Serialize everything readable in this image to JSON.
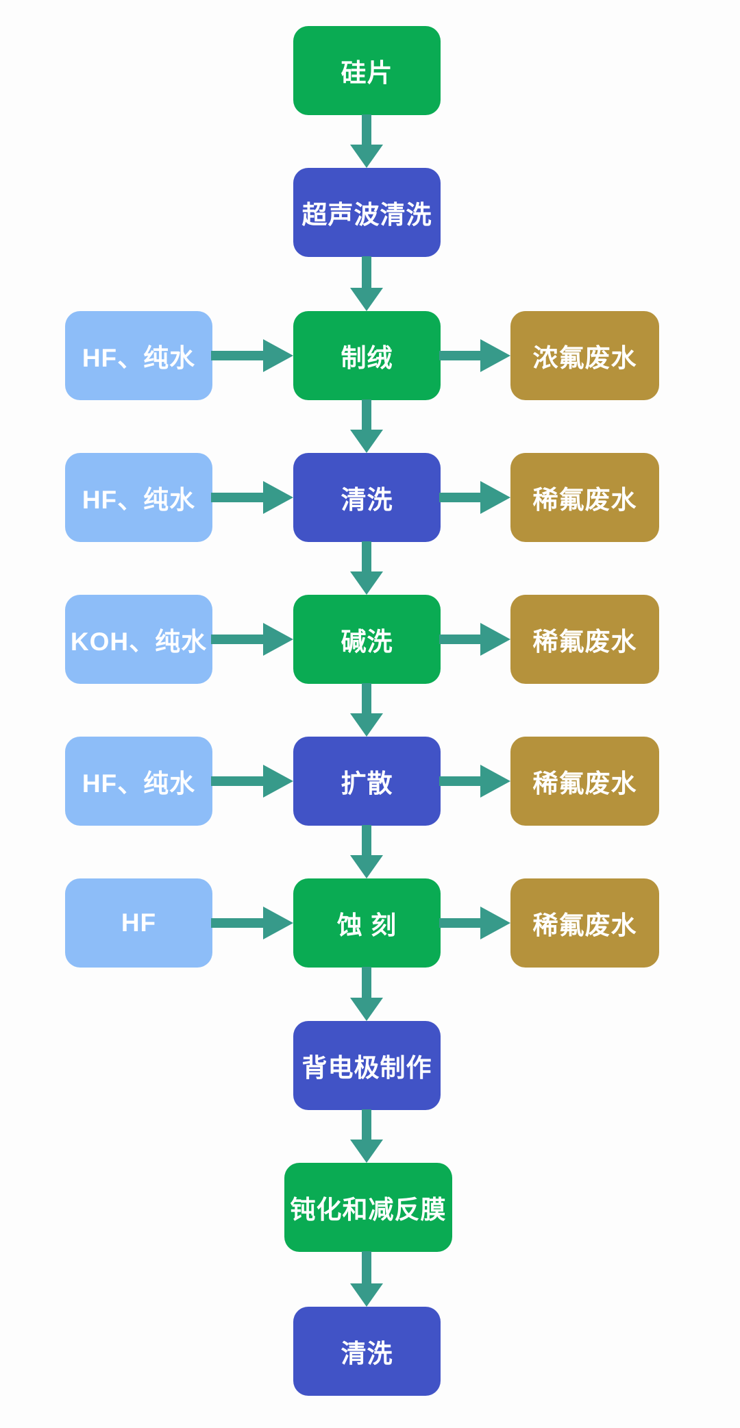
{
  "diagram": {
    "title": "silicon-wafer-process-flowchart",
    "background": "#fdfdfd",
    "colors": {
      "green": "#0aab53",
      "blue": "#4153c6",
      "light_blue": "#8dbdf8",
      "gold": "#b5923c",
      "arrow": "#379a8a",
      "text": "#ffffff"
    },
    "main_steps": [
      {
        "id": "silicon-wafer",
        "label": "硅片",
        "color": "green"
      },
      {
        "id": "ultrasonic-cleaning",
        "label": "超声波清洗",
        "color": "blue"
      },
      {
        "id": "texturing",
        "label": "制绒",
        "color": "green",
        "input": "HF、纯水",
        "output": "浓氟废水"
      },
      {
        "id": "cleaning-1",
        "label": "清洗",
        "color": "blue",
        "input": "HF、纯水",
        "output": "稀氟废水"
      },
      {
        "id": "alkali-wash",
        "label": "碱洗",
        "color": "green",
        "input": "KOH、纯水",
        "output": "稀氟废水"
      },
      {
        "id": "diffusion",
        "label": "扩散",
        "color": "blue",
        "input": "HF、纯水",
        "output": "稀氟废水"
      },
      {
        "id": "etching",
        "label": "蚀 刻",
        "color": "green",
        "input": "HF",
        "output": "稀氟废水"
      },
      {
        "id": "back-electrode-fabrication",
        "label": "背电极制作",
        "color": "blue"
      },
      {
        "id": "passivation-and-ar-coating",
        "label": "钝化和减反膜",
        "color": "green"
      },
      {
        "id": "final-cleaning",
        "label": "清洗",
        "color": "blue"
      }
    ]
  }
}
